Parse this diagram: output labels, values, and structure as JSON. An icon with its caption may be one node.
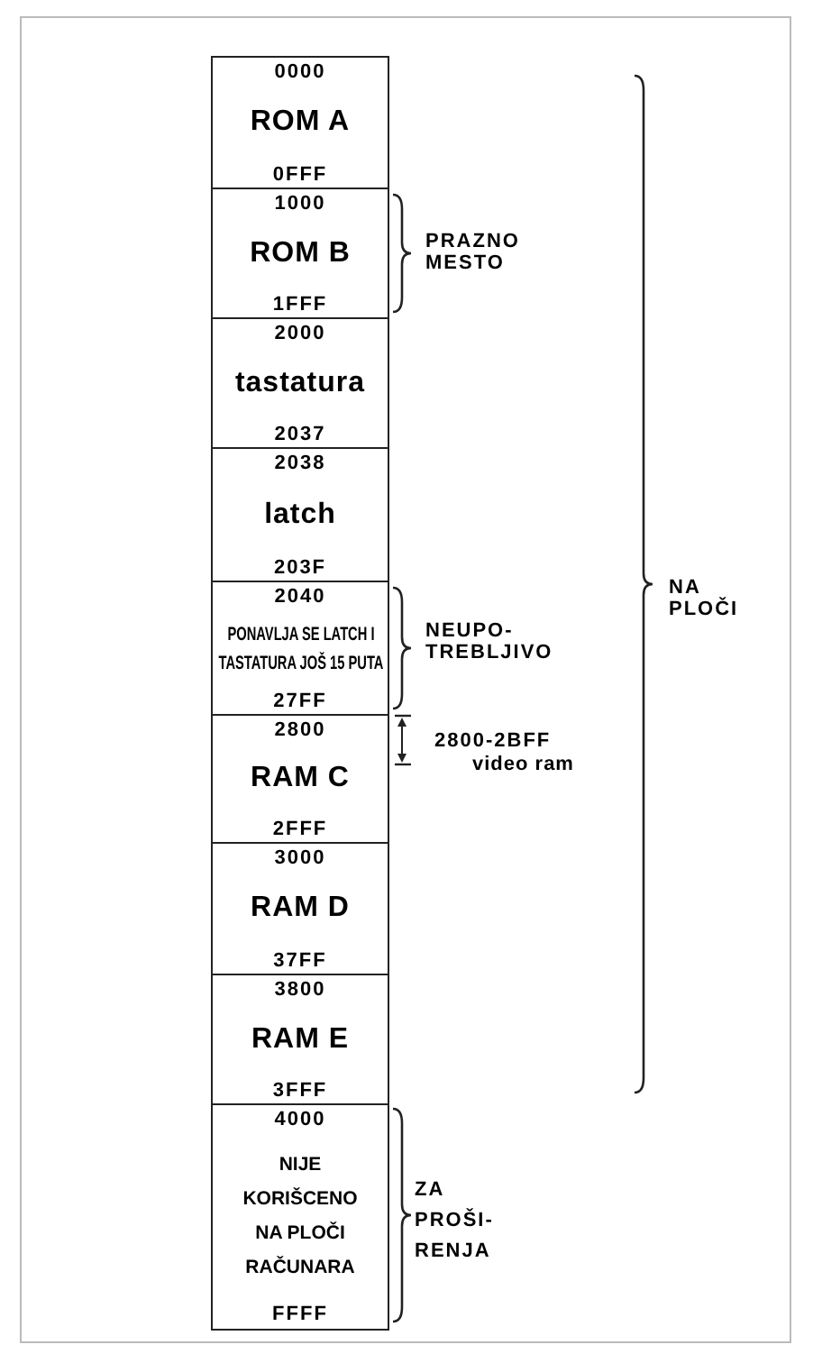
{
  "diagram": {
    "nodes": [
      {
        "text": [
          "0000",
          "ROM A",
          "0FFF"
        ]
      },
      {
        "text": [
          "1000",
          "ROM B",
          "1FFF"
        ]
      },
      {
        "text": [
          "2000",
          "tastatura",
          "2037"
        ]
      },
      {
        "text": [
          "2038",
          "latch",
          "203F"
        ]
      },
      {
        "text": [
          "2040",
          "PONAVLJA SE LATCH I TASTATURA JOŠ 15 PUTA",
          "27FF"
        ]
      },
      {
        "text": [
          "2800",
          "RAM C",
          "2FFF"
        ]
      },
      {
        "text": [
          "3000",
          "RAM D",
          "37FF"
        ]
      },
      {
        "text": [
          "3800",
          "RAM E",
          "3FFF"
        ]
      },
      {
        "text": [
          "4000",
          "NIJE KORIŠCENO NA PLOČI RAČUNARA",
          "FFFF"
        ]
      }
    ],
    "edges": [],
    "labels": [
      "PRAZNO MESTO",
      "NEUPO- TREBLJIVO",
      "2800-2BFF",
      "video ram",
      "NA PLOČI",
      "ZA PROŠI- RENJA"
    ]
  }
}
